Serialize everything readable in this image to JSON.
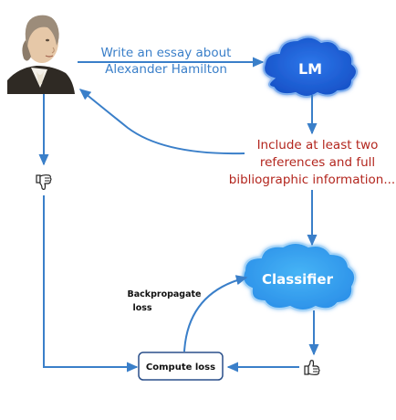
{
  "prompt_label": [
    "Write an essay about",
    "Alexander Hamilton"
  ],
  "lm_label": "LM",
  "lm_output_label": [
    "Include at least two",
    "references and full",
    "bibliographic information..."
  ],
  "classifier_label": "Classifier",
  "backprop_label": [
    "Backpropagate",
    "loss"
  ],
  "compute_loss_label": "Compute loss",
  "icons": {
    "portrait": "alexander-hamilton-portrait",
    "thumbs_down": "thumbs-down-icon",
    "thumbs_up": "thumbs-up-icon"
  },
  "colors": {
    "arrow": "#3a7fc9",
    "cloud_fill": "#1f63d8",
    "cloud_edge": "#7fb0ef",
    "red_text": "#b3261e",
    "box_border": "#2a4f8a"
  }
}
